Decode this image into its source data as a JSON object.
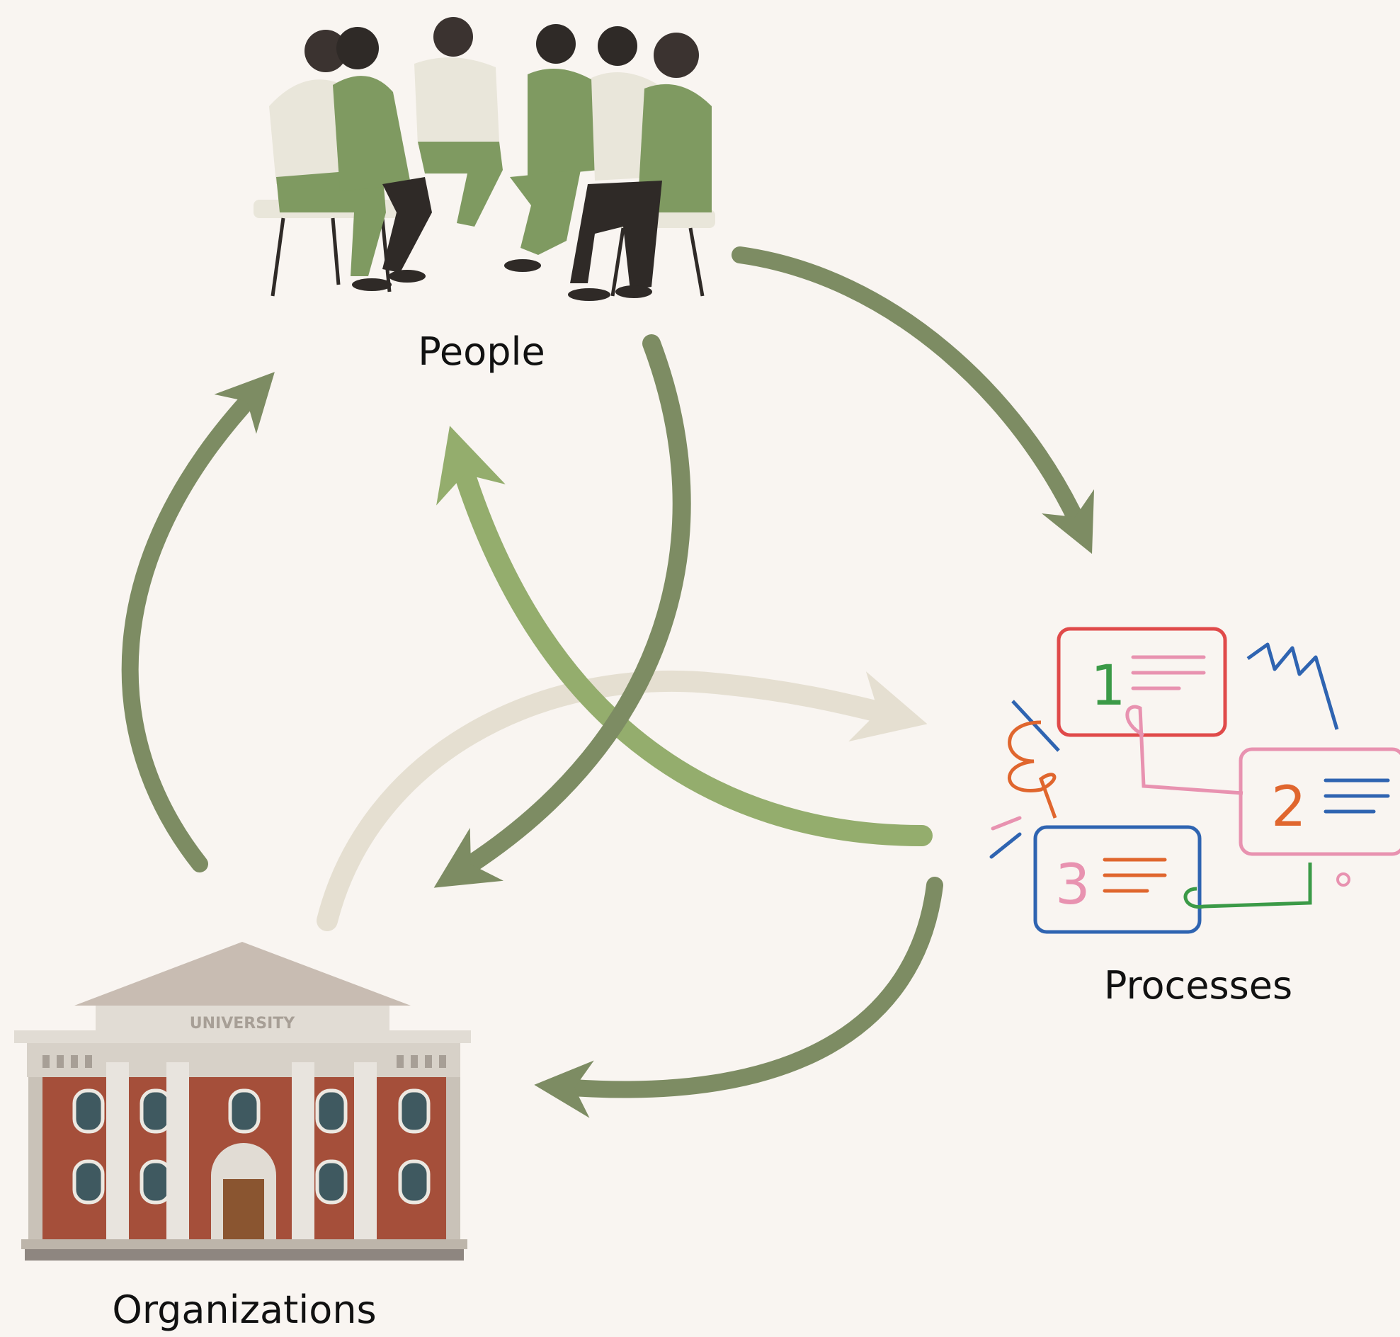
{
  "nodes": {
    "people": {
      "label": "People"
    },
    "processes": {
      "label": "Processes",
      "steps": [
        "1",
        "2",
        "3"
      ]
    },
    "organizations": {
      "label": "Organizations",
      "building_sign": "UNIVERSITY"
    }
  },
  "colors": {
    "background": "#f9f5f1",
    "arrow_dark": "#7d8c63",
    "arrow_light": "#94ad6d",
    "arrow_beige": "#e5dfd1",
    "figure_green": "#7f9a61",
    "figure_light": "#e9e6da",
    "figure_dark": "#2f2a27",
    "proc_red": "#e04a4a",
    "proc_pink": "#e892b0",
    "proc_blue": "#2f64b1",
    "proc_green": "#3b9a47",
    "proc_orange": "#e0662e",
    "brick": "#a54f3a",
    "stone": "#d7d1c8"
  },
  "icons": {
    "people": "group-discussion-icon",
    "processes": "numbered-steps-icon",
    "organizations": "university-building-icon"
  }
}
